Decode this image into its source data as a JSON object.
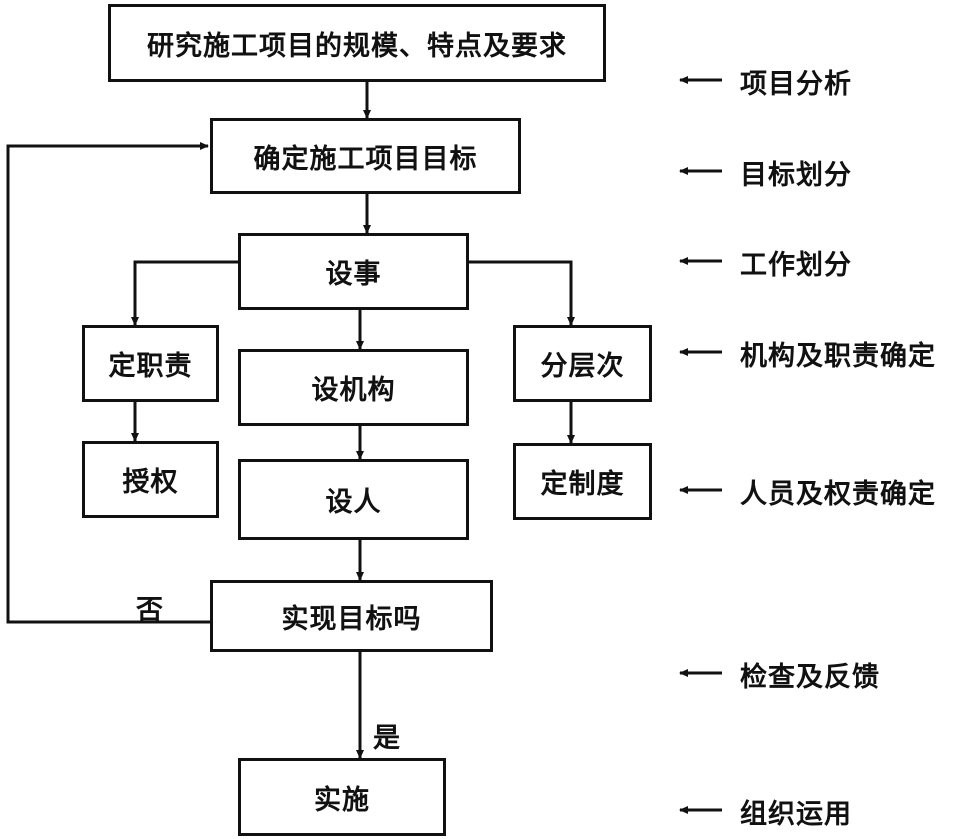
{
  "boxes": {
    "study": "研究施工项目的规模、特点及要求",
    "goal": "确定施工项目目标",
    "tasks": "设事",
    "duties": "定职责",
    "org": "设机构",
    "levels": "分层次",
    "auth": "授权",
    "staff": "设人",
    "rules": "定制度",
    "check": "实现目标吗",
    "impl": "实施"
  },
  "branch_labels": {
    "no": "否",
    "yes": "是"
  },
  "stages": [
    "项目分析",
    "目标划分",
    "工作划分",
    "机构及职责确定",
    "人员及权责确定",
    "检查及反馈",
    "组织运用"
  ]
}
